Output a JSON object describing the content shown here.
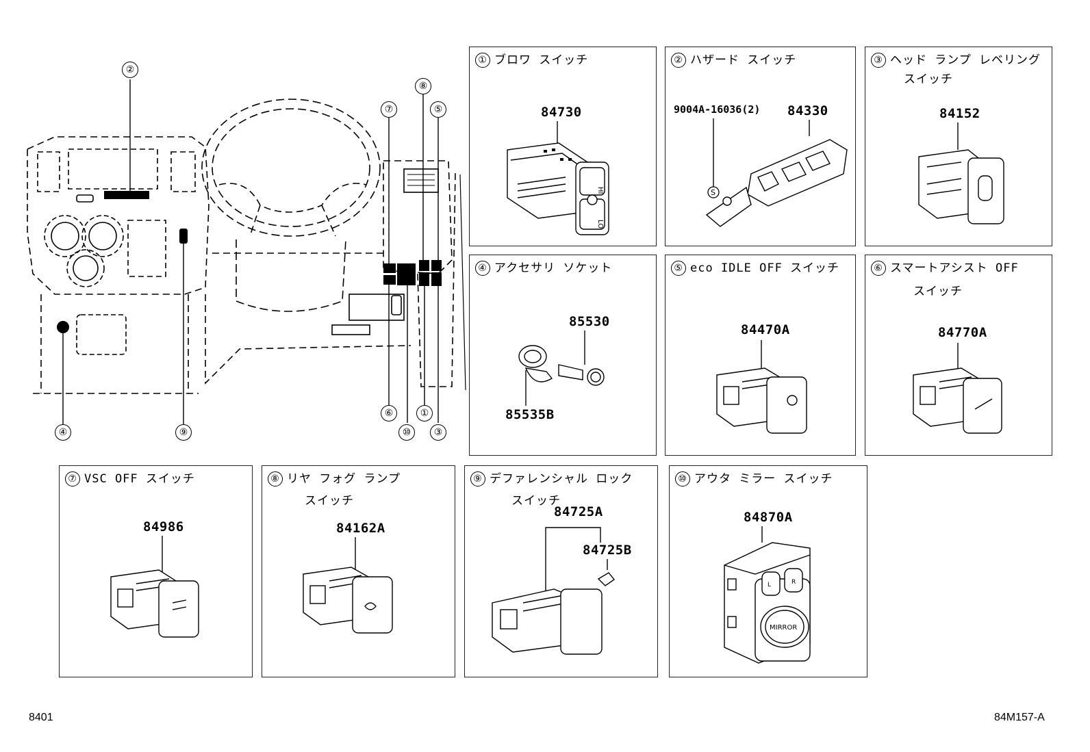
{
  "overview": {
    "callouts": [
      "①",
      "②",
      "③",
      "④",
      "⑤",
      "⑥",
      "⑦",
      "⑧",
      "⑨",
      "⑩"
    ]
  },
  "panels": [
    {
      "num": "①",
      "title": "ブロワ スイッチ",
      "title2": "",
      "parts": [
        "84730"
      ]
    },
    {
      "num": "②",
      "title": "ハザード スイッチ",
      "title2": "",
      "parts": [
        "84330",
        "9004A-16036(2)"
      ],
      "symbol": "S"
    },
    {
      "num": "③",
      "title": "ヘッド ランプ レベリング",
      "title2": "スイッチ",
      "parts": [
        "84152"
      ]
    },
    {
      "num": "④",
      "title": "アクセサリ ソケット",
      "title2": "",
      "parts": [
        "85530",
        "85535B"
      ]
    },
    {
      "num": "⑤",
      "title": "eco IDLE OFF スイッチ",
      "title2": "",
      "parts": [
        "84470A"
      ]
    },
    {
      "num": "⑥",
      "title": "スマートアシスト OFF",
      "title2": "スイッチ",
      "parts": [
        "84770A"
      ]
    },
    {
      "num": "⑦",
      "title": "VSC OFF スイッチ",
      "title2": "",
      "parts": [
        "84986"
      ]
    },
    {
      "num": "⑧",
      "title": "リヤ フォグ ランプ",
      "title2": "スイッチ",
      "parts": [
        "84162A"
      ]
    },
    {
      "num": "⑨",
      "title": "デファレンシャル ロック",
      "title2": "スイッチ",
      "parts": [
        "84725A",
        "84725B"
      ]
    },
    {
      "num": "⑩",
      "title": "アウタ ミラー スイッチ",
      "title2": "",
      "parts": [
        "84870A"
      ]
    }
  ],
  "labels": {
    "blower_hi": "HI",
    "blower_lo": "LO",
    "mirror": "MIRROR",
    "mirror_l": "L",
    "mirror_r": "R"
  },
  "footer": {
    "left": "8401",
    "right": "84M157-A"
  }
}
